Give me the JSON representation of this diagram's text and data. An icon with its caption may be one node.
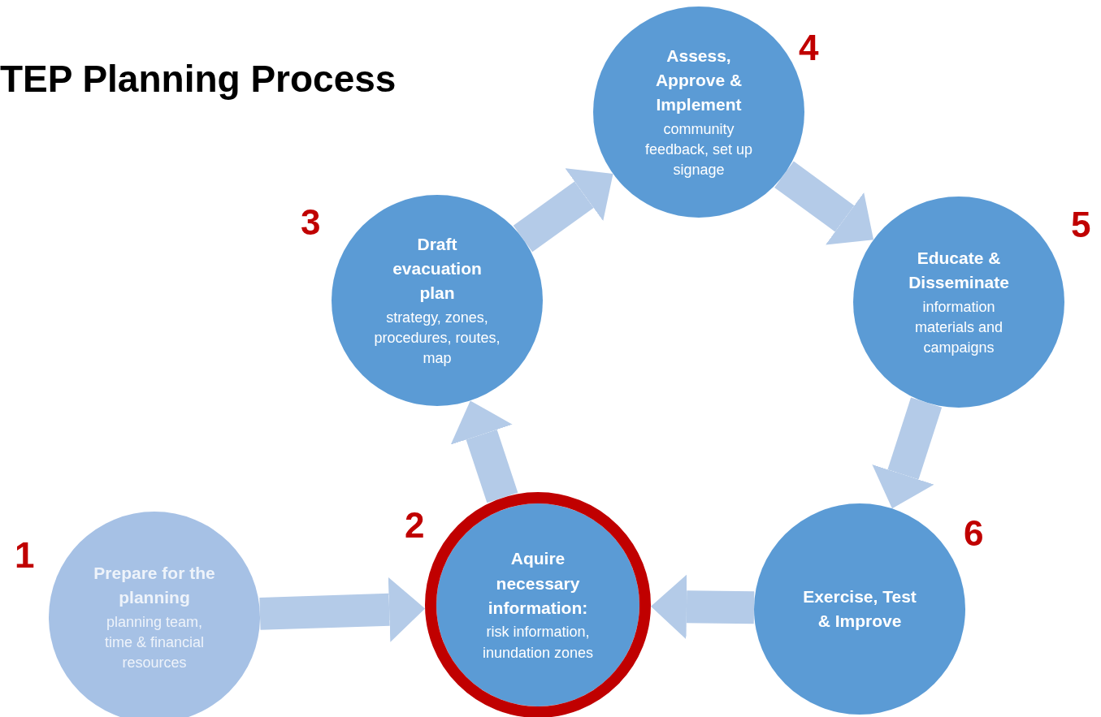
{
  "diagram": {
    "title": "TEP Planning Process",
    "nodes": [
      {
        "text": [
          "Prepare for the planning",
          "planning team, time & financial resources"
        ],
        "beside": [
          "1"
        ]
      },
      {
        "text": [
          "Aquire necessary information:",
          "risk information, inundation zones"
        ],
        "beside": [
          "2"
        ]
      },
      {
        "text": [
          "Draft evacuation plan",
          "strategy, zones, procedures, routes, map"
        ],
        "beside": [
          "3"
        ]
      },
      {
        "text": [
          "Assess, Approve & Implement",
          "community feedback, set up signage"
        ],
        "beside": [
          "4"
        ]
      },
      {
        "text": [
          "Educate & Disseminate",
          "information materials and campaigns"
        ],
        "beside": [
          "5"
        ]
      },
      {
        "text": [
          "Exercise, Test & Improve"
        ],
        "beside": [
          "6"
        ]
      }
    ],
    "edges": [
      {
        "from": 0,
        "to": 1,
        "arrow": "to"
      },
      {
        "from": 1,
        "to": 2,
        "arrow": "to"
      },
      {
        "from": 2,
        "to": 3,
        "arrow": "to"
      },
      {
        "from": 3,
        "to": 4,
        "arrow": "to"
      },
      {
        "from": 4,
        "to": 5,
        "arrow": "to"
      },
      {
        "from": 5,
        "to": 1,
        "arrow": "to"
      }
    ]
  }
}
